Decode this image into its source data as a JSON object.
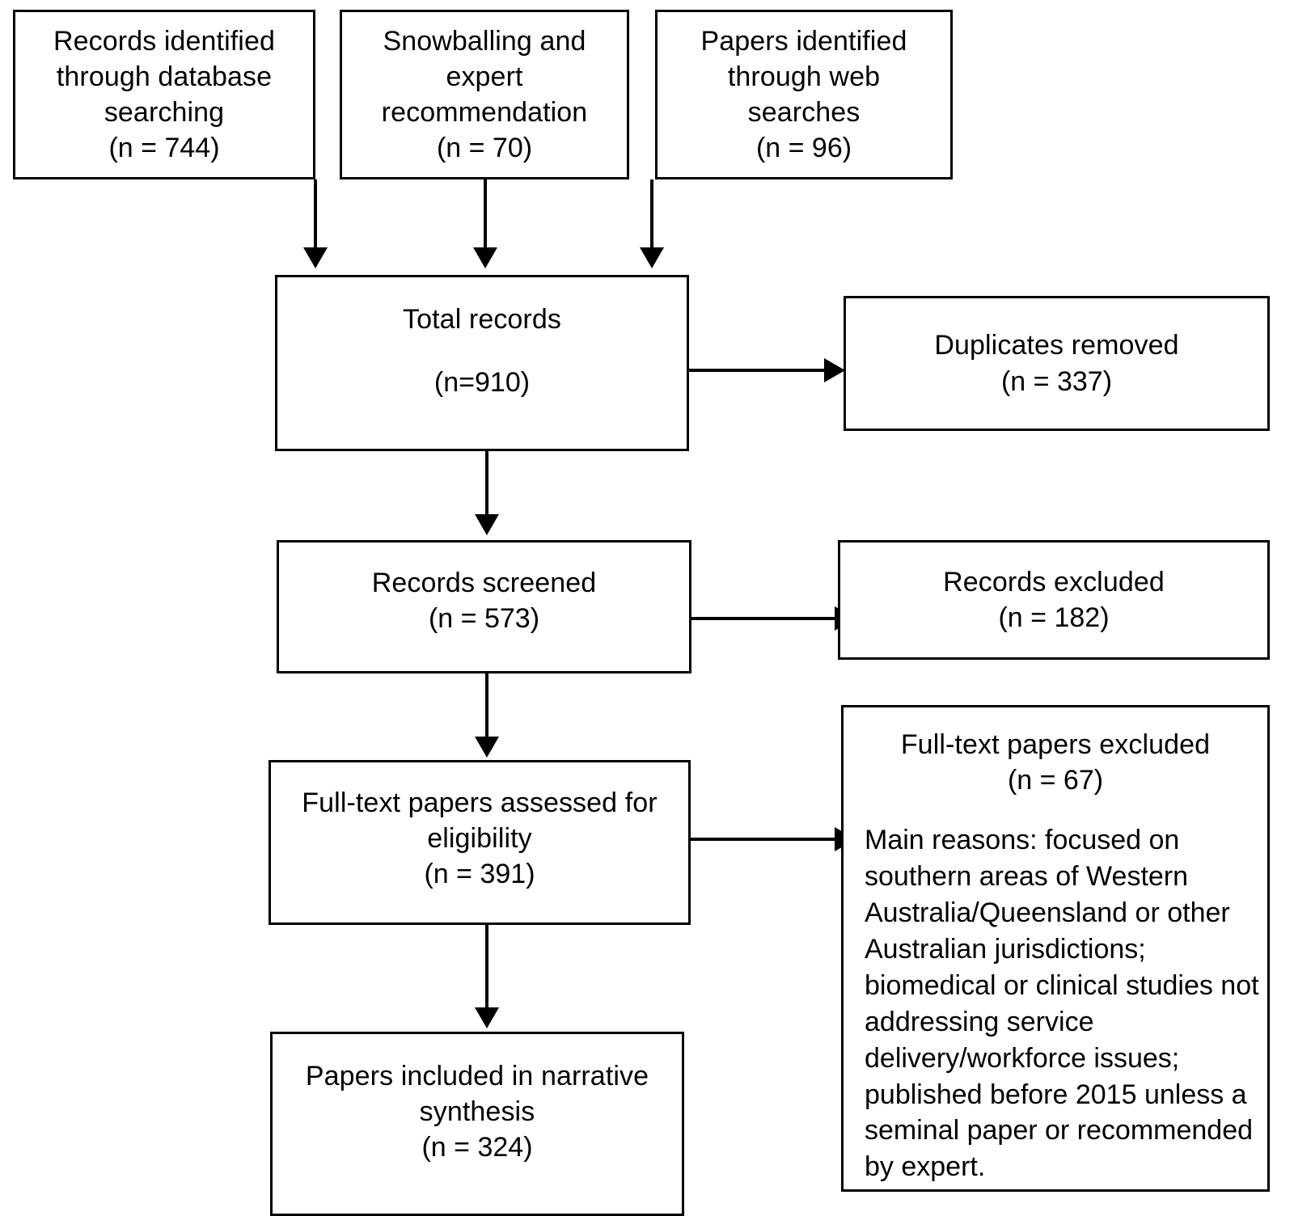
{
  "diagram": {
    "type": "prisma-flow-diagram",
    "nodes": {
      "source_database": {
        "label": "Records identified\nthrough database\nsearching",
        "count": "(n = 744)"
      },
      "source_snowballing": {
        "label": "Snowballing and\nexpert\nrecommendation",
        "count": "(n = 70)"
      },
      "source_web": {
        "label": "Papers identified\nthrough web\nsearches",
        "count": "(n = 96)"
      },
      "total_records": {
        "label": "Total records",
        "count": "(n=910)"
      },
      "duplicates_removed": {
        "label": "Duplicates removed",
        "count": "(n = 337)"
      },
      "records_screened": {
        "label": "Records screened",
        "count": "(n = 573)"
      },
      "records_excluded": {
        "label": "Records excluded",
        "count": "(n = 182)"
      },
      "fulltext_assessed": {
        "label": "Full-text papers assessed for\neligibility",
        "count": "(n = 391)"
      },
      "fulltext_excluded": {
        "label": "Full-text papers excluded",
        "count": "(n = 67)",
        "reasons": "Main reasons: focused on southern areas of Western Australia/Queensland or other Australian jurisdictions; biomedical or clinical studies not addressing service delivery/workforce issues; published before 2015 unless a seminal paper or recommended by expert."
      },
      "papers_included": {
        "label": "Papers included in narrative\nsynthesis",
        "count": "(n = 324)"
      }
    },
    "colors": {
      "border": "#000000",
      "background": "#ffffff",
      "text": "#000000"
    }
  }
}
